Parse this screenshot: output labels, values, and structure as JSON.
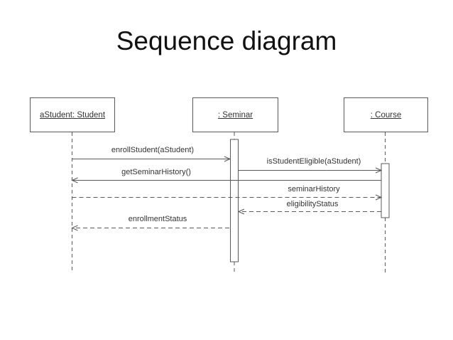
{
  "slide": {
    "title": "Sequence diagram"
  },
  "diagram": {
    "type": "uml-sequence",
    "colors": {
      "background": "#ffffff",
      "line": "#595959",
      "text": "#333333",
      "title_text": "#111111"
    },
    "actors": [
      {
        "id": "student",
        "label": "aStudent: Student"
      },
      {
        "id": "seminar",
        "label": ": Seminar"
      },
      {
        "id": "course",
        "label": ": Course"
      }
    ],
    "messages": [
      {
        "label": "enrollStudent(aStudent)",
        "from": "student",
        "to": "seminar",
        "style": "solid"
      },
      {
        "label": "isStudentEligible(aStudent)",
        "from": "seminar",
        "to": "course",
        "style": "solid"
      },
      {
        "label": "getSeminarHistory()",
        "from": "course",
        "to": "student",
        "style": "solid"
      },
      {
        "label": "seminarHistory",
        "from": "student",
        "to": "course",
        "style": "dashed"
      },
      {
        "label": "eligibilityStatus",
        "from": "course",
        "to": "seminar",
        "style": "dashed"
      },
      {
        "label": "enrollmentStatus",
        "from": "seminar",
        "to": "student",
        "style": "dashed"
      }
    ]
  }
}
